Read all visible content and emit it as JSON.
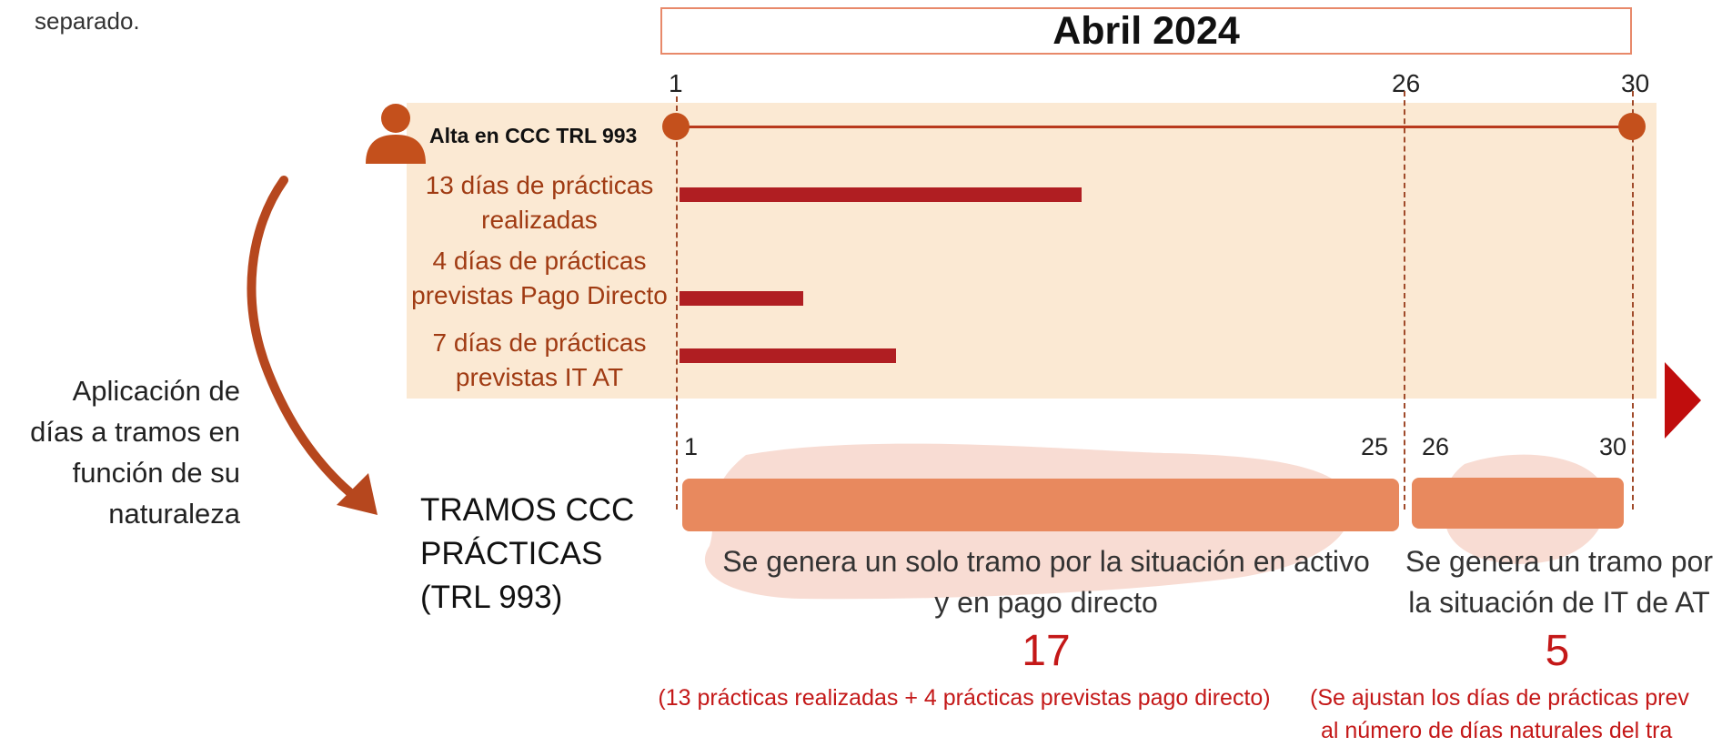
{
  "intro_fragment": "separado.",
  "month_title": "Abril 2024",
  "top_ticks": {
    "start": "1",
    "mid": "26",
    "end": "30"
  },
  "rows": {
    "alta": "Alta en CCC TRL 993",
    "realizadas": [
      "13 días de prácticas",
      "realizadas"
    ],
    "pago_directo": [
      "4 días de prácticas",
      "previstas Pago Directo"
    ],
    "it_at": [
      "7 días de prácticas",
      "previstas IT AT"
    ]
  },
  "bar_data": [
    {
      "name": "13 días de prácticas realizadas",
      "days": 13
    },
    {
      "name": "4 días de prácticas previstas Pago Directo",
      "days": 4
    },
    {
      "name": "7 días de prácticas previstas IT AT",
      "days": 7
    }
  ],
  "side_text": [
    "Aplicación de",
    "días a tramos en",
    "función de su",
    "naturaleza"
  ],
  "tramos_title": [
    "TRAMOS CCC",
    "PRÁCTICAS",
    "(TRL 993)"
  ],
  "segment_ticks": {
    "a_start": "1",
    "a_end": "25",
    "b_start": "26",
    "b_end": "30"
  },
  "segment1": {
    "desc": [
      "Se genera un solo tramo por la situación en activo",
      "y en pago directo"
    ],
    "days": "17",
    "note": "(13 prácticas realizadas + 4 prácticas previstas pago directo)"
  },
  "segment2": {
    "desc": [
      "Se genera un tramo por",
      "la situación de IT de AT"
    ],
    "days": "5",
    "note": [
      "(Se ajustan los días de prácticas prev",
      "al número de días naturales del tra"
    ]
  },
  "colors": {
    "accent_red": "#b01e22",
    "band": "#fbe9d3",
    "tramo": "#e8895e",
    "label_brown": "#a03b13",
    "number_red": "#c41818"
  }
}
